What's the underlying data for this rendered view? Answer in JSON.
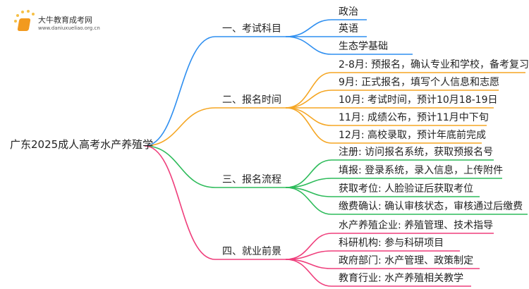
{
  "logo": {
    "name": "大牛教育成考网",
    "url": "www.daniuxueliao.org.cn"
  },
  "root": "广东2025成人高考水产养殖学",
  "colors": {
    "blue": "#2f8ff0",
    "orange": "#f5a623",
    "green": "#2dbb5a",
    "pink": "#ef3f7c"
  },
  "branches": [
    {
      "label": "一、考试科目",
      "leaves": [
        "政治",
        "英语",
        "生态学基础"
      ]
    },
    {
      "label": "二、报名时间",
      "leaves": [
        "2-8月: 预报名，确认专业和学校，备考复习",
        "9月: 正式报名，填写个人信息和志愿",
        "10月: 考试时间，预计10月18-19日",
        "11月: 成绩公布，预计11月中下旬",
        "12月: 高校录取，预计年底前完成"
      ]
    },
    {
      "label": "三、报名流程",
      "leaves": [
        "注册: 访问报名系统，获取预报名号",
        "填报: 登录系统，录入信息，上传附件",
        "获取考位: 人脸验证后获取考位",
        "缴费确认: 确认审核状态，审核通过后缴费"
      ]
    },
    {
      "label": "四、就业前景",
      "leaves": [
        "水产养殖企业: 养殖管理、技术指导",
        "科研机构: 参与科研项目",
        "政府部门: 水产管理、政策制定",
        "教育行业: 水产养殖相关教学"
      ]
    }
  ]
}
